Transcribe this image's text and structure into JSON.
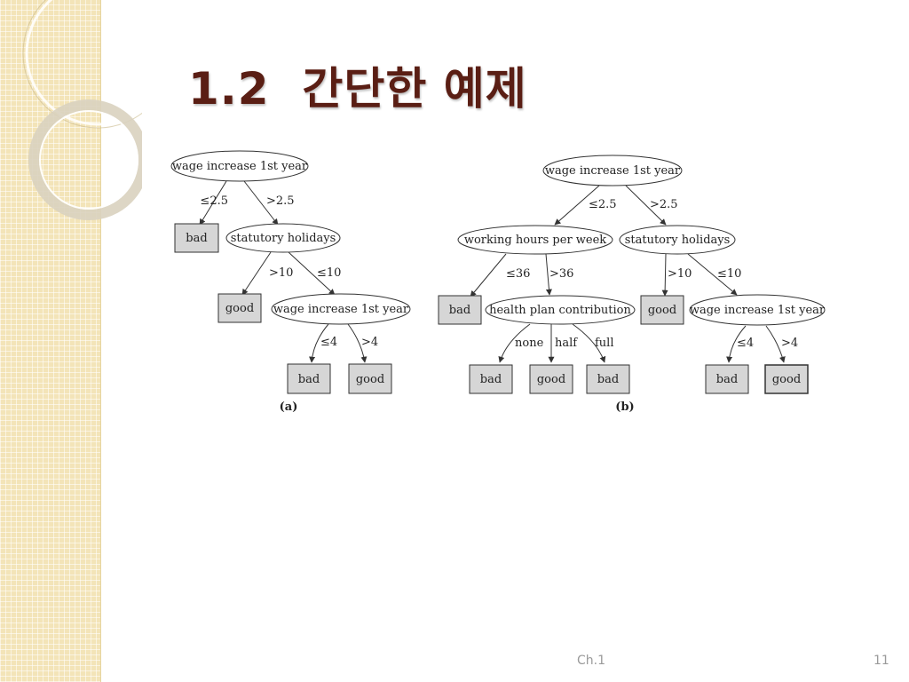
{
  "slide": {
    "title": "1.2  간단한 예제",
    "footer": "Ch.1",
    "page_number": "11"
  },
  "diagram": {
    "tree_a": {
      "caption": "(a)",
      "nodes": {
        "root": "wage increase 1st year",
        "bad1": "bad",
        "statutory": "statutory holidays",
        "good1": "good",
        "wage2": "wage increase 1st year",
        "bad2": "bad",
        "good2": "good"
      },
      "edges": {
        "le25": "≤2.5",
        "gt25": ">2.5",
        "gt10": ">10",
        "le10": "≤10",
        "le4": "≤4",
        "gt4": ">4"
      }
    },
    "tree_b": {
      "caption": "(b)",
      "nodes": {
        "root": "wage increase 1st year",
        "working": "working hours per week",
        "statutory": "statutory holidays",
        "bad1": "bad",
        "health": "health plan contribution",
        "good1": "good",
        "wage2": "wage increase 1st year",
        "bad2": "bad",
        "good2": "good",
        "bad3": "bad",
        "bad4": "bad",
        "good3": "good"
      },
      "edges": {
        "le25": "≤2.5",
        "gt25": ">2.5",
        "le36": "≤36",
        "gt36": ">36",
        "gt10": ">10",
        "le10": "≤10",
        "none": "none",
        "half": "half",
        "full": "full",
        "le4": "≤4",
        "gt4": ">4"
      }
    }
  }
}
